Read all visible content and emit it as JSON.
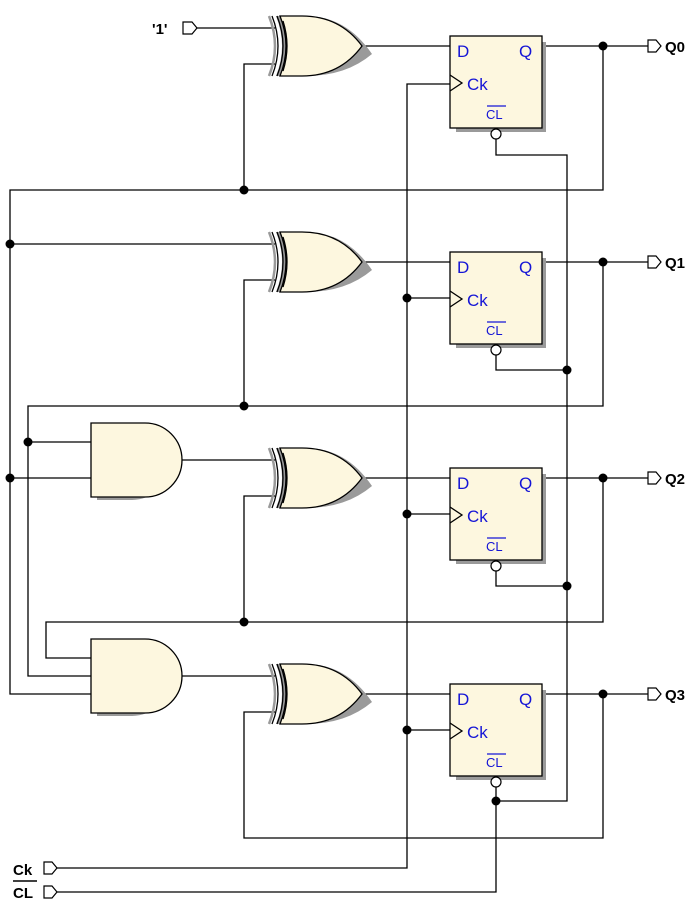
{
  "inputs": {
    "const_one": "'1'",
    "clock": "Ck",
    "clear": "CL"
  },
  "outputs": [
    "Q0",
    "Q1",
    "Q2",
    "Q3"
  ],
  "flipflop_pins": {
    "d": "D",
    "q": "Q",
    "ck": "Ck",
    "cl": "CL"
  }
}
